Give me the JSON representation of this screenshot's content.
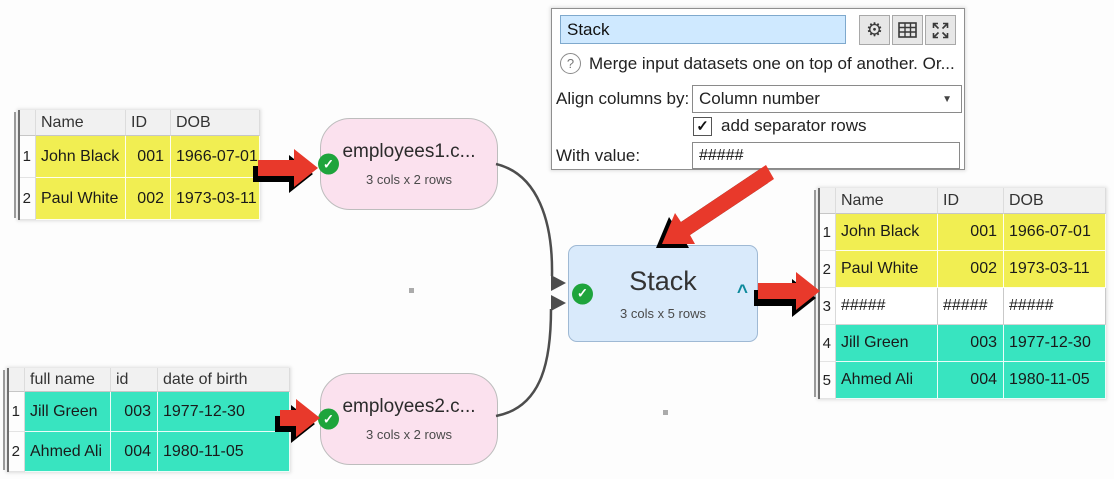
{
  "colors": {
    "yellow": "#f1ee52",
    "teal": "#38e4c0",
    "pink": "#fbe1ee",
    "node-blue": "#d9eafb",
    "red": "#e8392b",
    "green": "#1ea43c",
    "title-bg": "#cfe9ff"
  },
  "icons": {
    "help": "?",
    "check": "✓",
    "dropdown": "▼",
    "caret": "^",
    "gear": "⚙",
    "node_check": "✓"
  },
  "panel": {
    "title": "Stack",
    "description": "Merge input datasets one on top of another. Or...",
    "align_label": "Align columns by:",
    "align_value": "Column number",
    "checkbox_label": "add separator rows",
    "checkbox_checked": true,
    "with_value_label": "With value:",
    "with_value": "#####"
  },
  "nodes": {
    "employees1": {
      "title": "employees1.c...",
      "subtitle": "3 cols x 2 rows"
    },
    "employees2": {
      "title": "employees2.c...",
      "subtitle": "3 cols x 2 rows"
    },
    "stack": {
      "title": "Stack",
      "subtitle": "3 cols x 5 rows"
    }
  },
  "tables": {
    "top_left": {
      "headers": [
        "",
        "Name",
        "ID",
        "DOB"
      ],
      "rows": [
        {
          "n": "1",
          "hl": "yellow",
          "cells": [
            "John Black",
            "001",
            "1966-07-01"
          ]
        },
        {
          "n": "2",
          "hl": "yellow",
          "cells": [
            "Paul White",
            "002",
            "1973-03-11"
          ]
        }
      ]
    },
    "bottom_left": {
      "headers": [
        "",
        "full name",
        "id",
        "date of birth"
      ],
      "rows": [
        {
          "n": "1",
          "hl": "teal",
          "cells": [
            "Jill Green",
            "003",
            "1977-12-30"
          ]
        },
        {
          "n": "2",
          "hl": "teal",
          "cells": [
            "Ahmed Ali",
            "004",
            "1980-11-05"
          ]
        }
      ]
    },
    "output": {
      "headers": [
        "",
        "Name",
        "ID",
        "DOB"
      ],
      "rows": [
        {
          "n": "1",
          "hl": "yellow",
          "cells": [
            "John Black",
            "001",
            "1966-07-01"
          ]
        },
        {
          "n": "2",
          "hl": "yellow",
          "cells": [
            "Paul White",
            "002",
            "1973-03-11"
          ]
        },
        {
          "n": "3",
          "hl": "none",
          "cells": [
            "#####",
            "#####",
            "#####"
          ]
        },
        {
          "n": "4",
          "hl": "teal",
          "cells": [
            "Jill Green",
            "003",
            "1977-12-30"
          ]
        },
        {
          "n": "5",
          "hl": "teal",
          "cells": [
            "Ahmed Ali",
            "004",
            "1980-11-05"
          ]
        }
      ]
    }
  }
}
